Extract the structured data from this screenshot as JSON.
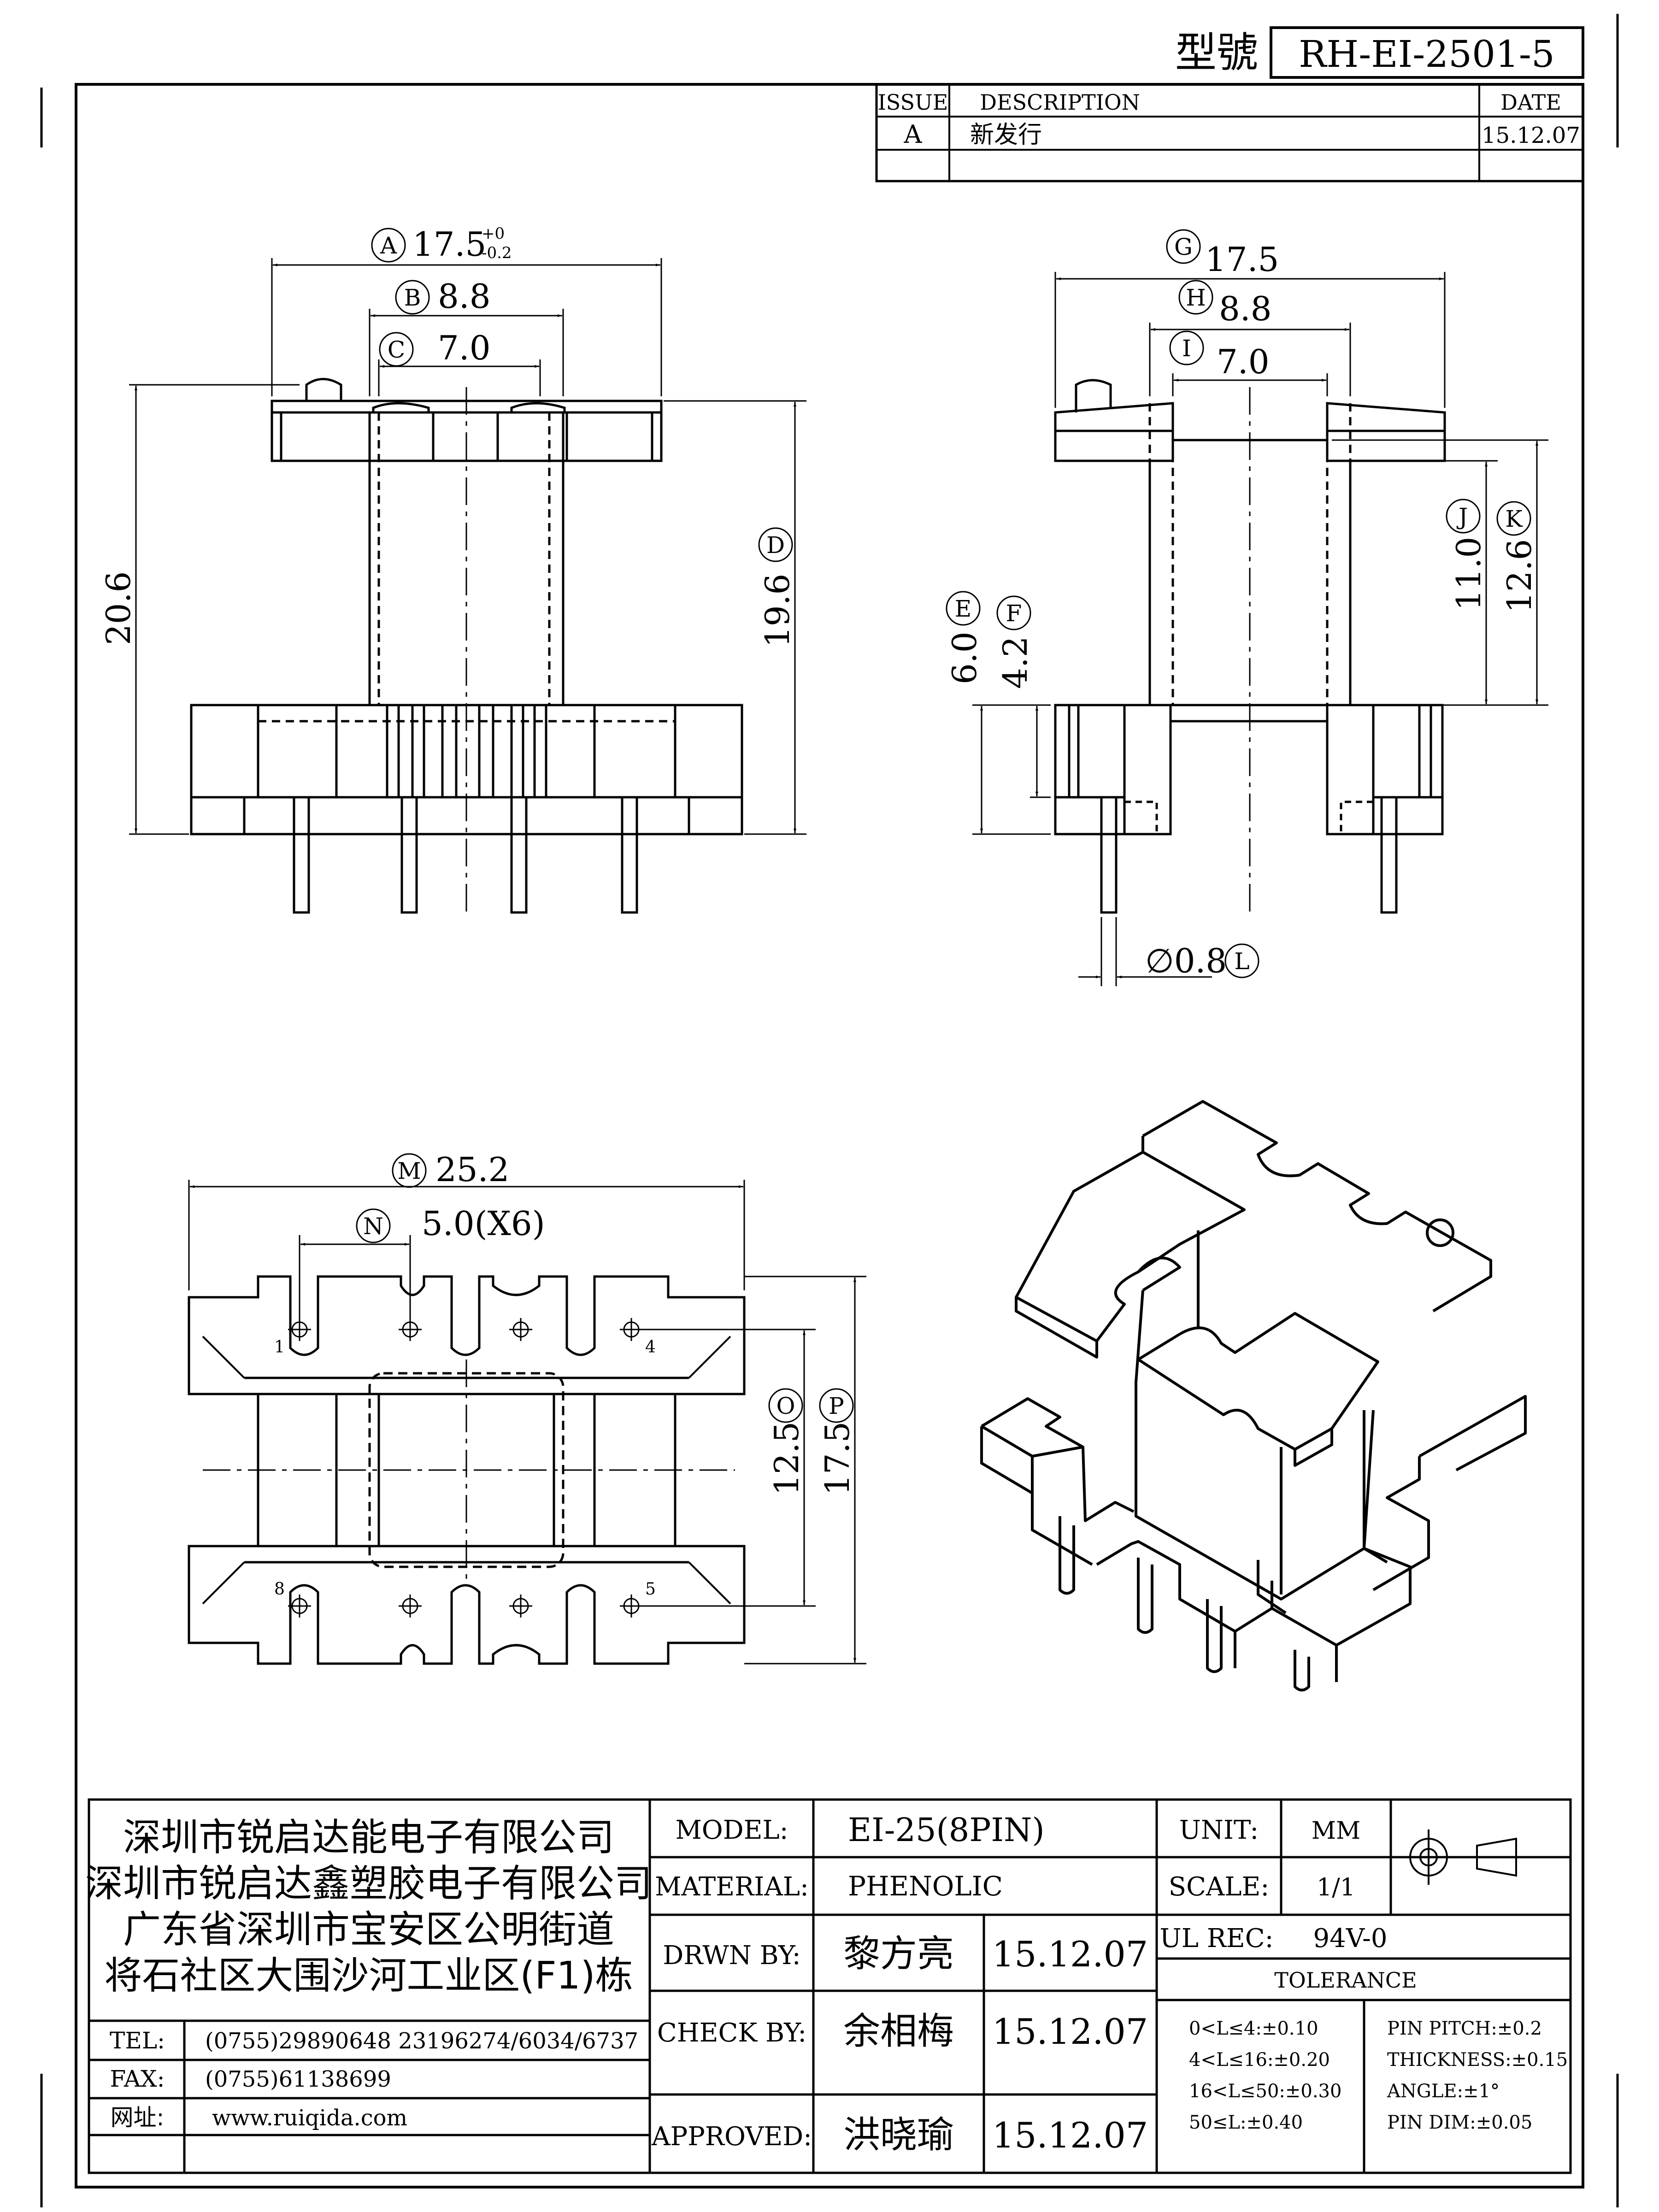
{
  "header": {
    "model_label": "型號",
    "model_value": "RH-EI-2501-5"
  },
  "revision": {
    "headers": {
      "issue": "ISSUE",
      "description": "DESCRIPTION",
      "date": "DATE"
    },
    "rows": [
      {
        "issue": "A",
        "description": "新发行",
        "date": "15.12.07"
      }
    ]
  },
  "front_view": {
    "dim_a": "17.5",
    "dim_a_upper_tol": "+0",
    "dim_a_lower_tol": "-0.2",
    "dim_b": "8.8",
    "dim_c": "7.0",
    "dim_d": "19.6",
    "dim_total": "20.6",
    "labels": {
      "a": "A",
      "b": "B",
      "c": "C",
      "d": "D"
    }
  },
  "side_view": {
    "dim_g": "17.5",
    "dim_h": "8.8",
    "dim_i": "7.0",
    "dim_j": "11.0",
    "dim_k": "12.6",
    "dim_e": "6.0",
    "dim_f": "4.2",
    "dim_l": "∅0.8",
    "labels": {
      "e": "E",
      "f": "F",
      "g": "G",
      "h": "H",
      "i": "I",
      "j": "J",
      "k": "K",
      "l": "L"
    }
  },
  "bottom_view": {
    "dim_m": "25.2",
    "dim_n": "5.0(X6)",
    "dim_o": "12.5",
    "dim_p": "17.5",
    "labels": {
      "m": "M",
      "n": "N",
      "o": "O",
      "p": "P"
    },
    "pin_labels": [
      "1",
      "4",
      "8",
      "5"
    ]
  },
  "title_block": {
    "company": [
      "深圳市锐启达能电子有限公司",
      "深圳市锐启达鑫塑胶电子有限公司",
      "广东省深圳市宝安区公明街道",
      "将石社区大围沙河工业区(F1)栋"
    ],
    "tel_label": "TEL:",
    "tel_value": "(0755)29890648   23196274/6034/6737",
    "fax_label": "FAX:",
    "fax_value": "(0755)61138699",
    "web_label": "网址:",
    "web_value": "www.ruiqida.com",
    "model_label": "MODEL:",
    "model_value": "EI-25(8PIN)",
    "material_label": "MATERIAL:",
    "material_value": "PHENOLIC",
    "drawn_label": "DRWN BY:",
    "drawn_name": "黎方亮",
    "drawn_date": "15.12.07",
    "check_label": "CHECK BY:",
    "check_name": "余相梅",
    "check_date": "15.12.07",
    "approved_label": "APPROVED:",
    "approved_name": "洪晓瑜",
    "approved_date": "15.12.07",
    "unit_label": "UNIT:",
    "unit_value": "MM",
    "scale_label": "SCALE:",
    "scale_value": "1/1",
    "ul_label": "UL REC:",
    "ul_value": "94V-0",
    "tolerance_title": "TOLERANCE",
    "tol_left": [
      "0<L≤4:±0.10",
      "4<L≤16:±0.20",
      "16<L≤50:±0.30",
      "50≤L:±0.40"
    ],
    "tol_right": [
      "PIN PITCH:±0.2",
      "THICKNESS:±0.15",
      "ANGLE:±1°",
      "PIN DIM:±0.05"
    ]
  }
}
